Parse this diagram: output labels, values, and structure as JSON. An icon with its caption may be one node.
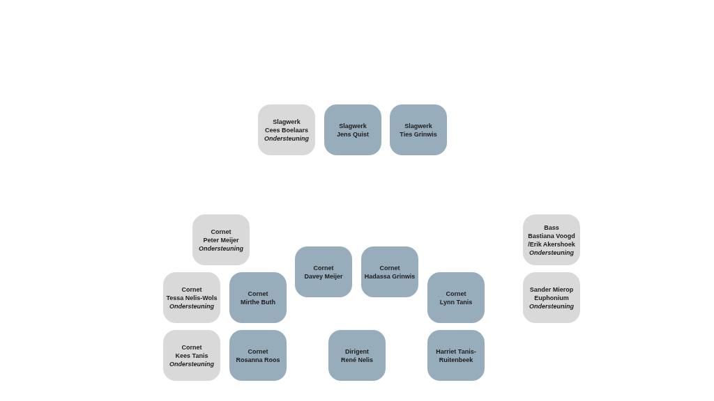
{
  "diagram": {
    "nodes": [
      {
        "text": [
          "Slagwerk",
          "Cees Boelaars",
          "Ondersteuning"
        ]
      },
      {
        "text": [
          "Slagwerk",
          "Jens Quist"
        ]
      },
      {
        "text": [
          "Slagwerk",
          "Ties Grinwis"
        ]
      },
      {
        "text": [
          "Cornet",
          "Peter Meijer",
          "Ondersteuning"
        ]
      },
      {
        "text": [
          "Bass",
          "Bastiana Voogd /Erik Akershoek",
          "Ondersteuning"
        ]
      },
      {
        "text": [
          "Cornet",
          "Davey Meijer"
        ]
      },
      {
        "text": [
          "Cornet",
          "Hadassa Grinwis"
        ]
      },
      {
        "text": [
          "Cornet",
          "Tessa Nelis-Wols",
          "Ondersteuning"
        ]
      },
      {
        "text": [
          "Cornet",
          "Mirthe Buth"
        ]
      },
      {
        "text": [
          "Cornet",
          "Lynn Tanis"
        ]
      },
      {
        "text": [
          "Sander Mierop",
          "Euphonium",
          "Ondersteuning"
        ]
      },
      {
        "text": [
          "Cornet",
          "Kees Tanis",
          "Ondersteuning"
        ]
      },
      {
        "text": [
          "Cornet",
          "Rosanna Roos"
        ]
      },
      {
        "text": [
          "Dirigent",
          "René Nelis"
        ]
      },
      {
        "text": [
          "Harriet Tanis-Ruitenbeek"
        ]
      }
    ]
  }
}
